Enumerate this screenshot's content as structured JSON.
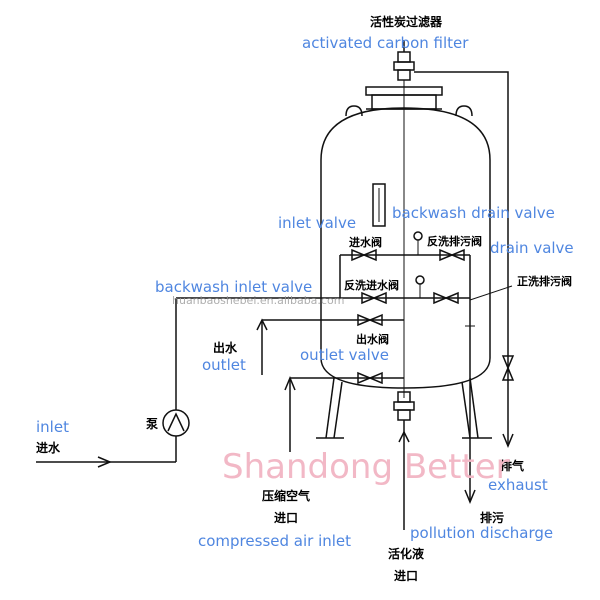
{
  "title": {
    "zh": "活性炭过滤器",
    "en": "activated carbon filter"
  },
  "labels": {
    "inlet_valve_en": "inlet valve",
    "inlet_valve_zh": "进水阀",
    "backwash_drain_valve_en": "backwash drain valve",
    "backwash_drain_valve_zh": "反洗排污阀",
    "drain_valve_en": "drain valve",
    "drain_valve_zh": "正洗排污阀",
    "backwash_inlet_valve_en": "backwash inlet valve",
    "backwash_inlet_valve_zh": "反洗进水阀",
    "outlet_valve_en": "outlet valve",
    "outlet_valve_zh": "出水阀",
    "outlet_zh": "出水",
    "outlet_en": "outlet",
    "inlet_en": "inlet",
    "inlet_zh": "进水",
    "pump_zh": "泵",
    "exhaust_zh": "排气",
    "exhaust_en": "exhaust",
    "compressed_air_zh_1": "压缩空气",
    "compressed_air_zh_2": "进口",
    "compressed_air_en": "compressed air inlet",
    "pollution_zh": "排污",
    "pollution_en": "pollution discharge",
    "activated_liquid_zh_1": "活化液",
    "activated_liquid_zh_2": "进口"
  },
  "watermarks": {
    "brand": "Shandong Better",
    "url": "huanbaoshebei.en.alibaba.com"
  },
  "colors": {
    "label_blue": "#4f86e0",
    "watermark_pink": "#f2b8c6",
    "line": "#111111"
  }
}
